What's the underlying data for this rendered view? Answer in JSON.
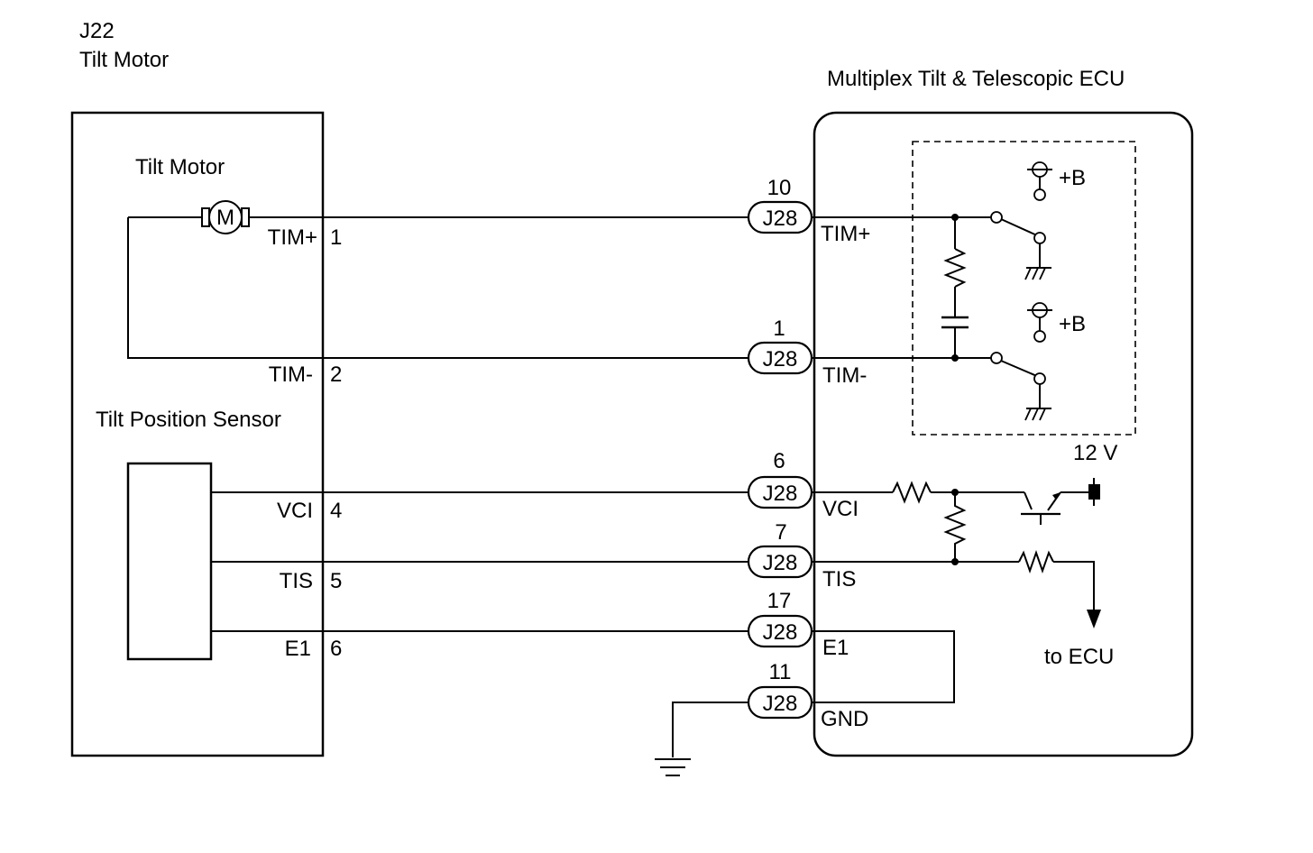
{
  "component": {
    "code": "J22",
    "name": "Tilt Motor"
  },
  "ecu": {
    "name": "Multiplex Tilt & Telescopic ECU"
  },
  "motor": {
    "label": "Tilt Motor",
    "symbol": "M"
  },
  "sensor": {
    "label": "Tilt Position Sensor"
  },
  "terminals": [
    {
      "name": "TIM+",
      "pin": "1"
    },
    {
      "name": "TIM-",
      "pin": "2"
    },
    {
      "name": "VCI",
      "pin": "4"
    },
    {
      "name": "TIS",
      "pin": "5"
    },
    {
      "name": "E1",
      "pin": "6"
    }
  ],
  "connectors": [
    {
      "pin": "10",
      "code": "J28",
      "terminal": "TIM+"
    },
    {
      "pin": "1",
      "code": "J28",
      "terminal": "TIM-"
    },
    {
      "pin": "6",
      "code": "J28",
      "terminal": "VCI"
    },
    {
      "pin": "7",
      "code": "J28",
      "terminal": "TIS"
    },
    {
      "pin": "17",
      "code": "J28",
      "terminal": "E1"
    },
    {
      "pin": "11",
      "code": "J28",
      "terminal": "GND"
    }
  ],
  "supply": {
    "b_top": "+B",
    "b_bottom": "+B",
    "voltage": "12 V"
  },
  "to_ecu": "to ECU"
}
